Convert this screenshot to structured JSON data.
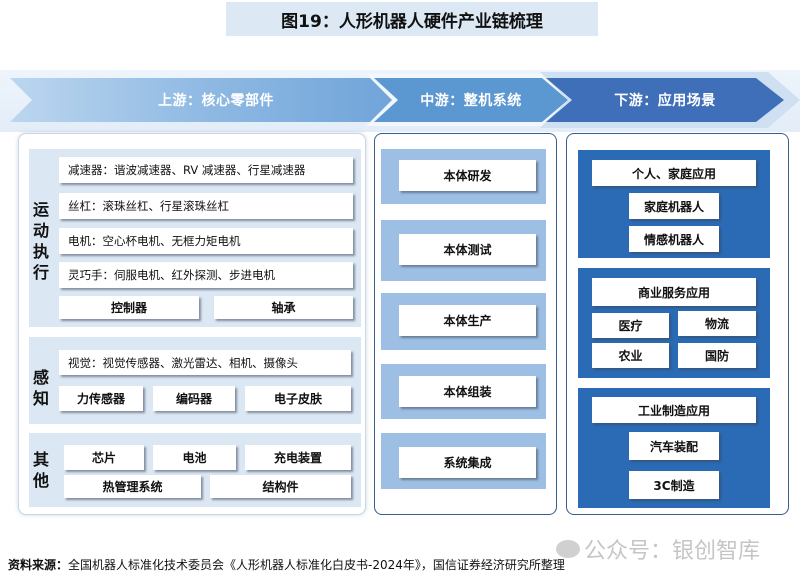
{
  "title": "图19：人形机器人硬件产业链梳理",
  "stages": {
    "upstream": "上游：核心零部件",
    "midstream": "中游：整机系统",
    "downstream": "下游：应用场景"
  },
  "upstream": {
    "groups": [
      {
        "label": [
          "运",
          "动",
          "执",
          "行"
        ],
        "rows": [
          "减速器：谐波减速器、RV 减速器、行星减速器",
          "丝杠：滚珠丝杠、行星滚珠丝杠",
          "电机：空心杯电机、无框力矩电机",
          "灵巧手：伺服电机、红外探测、步进电机"
        ],
        "items": [
          "控制器",
          "轴承"
        ]
      },
      {
        "label": [
          "感",
          "知"
        ],
        "rows": [
          "视觉：视觉传感器、激光雷达、相机、摄像头"
        ],
        "items": [
          "力传感器",
          "编码器",
          "电子皮肤"
        ]
      },
      {
        "label": [
          "其",
          "他"
        ],
        "items_row1": [
          "芯片",
          "电池",
          "充电装置"
        ],
        "items_row2": [
          "热管理系统",
          "结构件"
        ]
      }
    ]
  },
  "midstream": {
    "items": [
      "本体研发",
      "本体测试",
      "本体生产",
      "本体组装",
      "系统集成"
    ]
  },
  "downstream": {
    "groups": [
      {
        "header": "个人、家庭应用",
        "items": [
          "家庭机器人",
          "情感机器人"
        ]
      },
      {
        "header": "商业服务应用",
        "items": [
          "医疗",
          "物流",
          "农业",
          "国防"
        ]
      },
      {
        "header": "工业制造应用",
        "items": [
          "汽车装配",
          "3C制造"
        ]
      }
    ]
  },
  "footer": {
    "source_label": "资料来源：",
    "source_text": "全国机器人标准化技术委员会《人形机器人标准化白皮书-2024年》，国信证券经济研究所整理"
  },
  "watermark": "公众号：银创智库",
  "colors": {
    "upstream_chevron": "#8fb9e3",
    "midstream_chevron": "#5b97d1",
    "downstream_chevron": "#3f6fb8",
    "upstream_group_bg": "#dbe7f3",
    "midstream_band": "#9dbfe3",
    "downstream_band": "#2b6bb5",
    "title_bg": "#dce8f4"
  }
}
